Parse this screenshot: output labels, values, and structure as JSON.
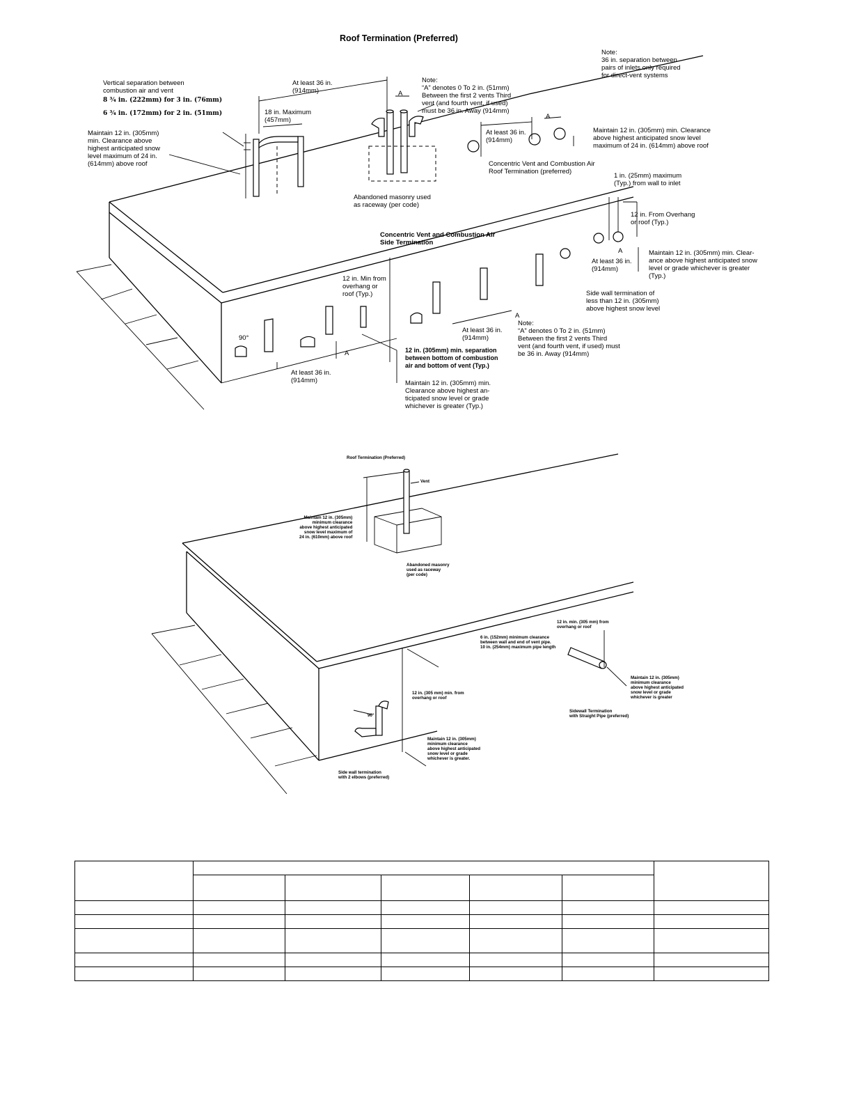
{
  "diagram1": {
    "title": "Roof Termination (Preferred)",
    "note_top_right": "Note:\n36 in. separation between\npairs of inlets only required\nfor direct-vent systems",
    "vertical_sep": "Vertical separation between\ncombustion air and vent",
    "vertical_sep_3in": "8 ¾ in. (222mm) for 3 in. (76mm)",
    "vertical_sep_2in": "6 ¾ in. (172mm) for 2 in. (51mm)",
    "at_least_36_top": "At least 36 in.\n(914mm)",
    "eighteen_max": "18 in. Maximum\n(457mm)",
    "maintain_12_left": "Maintain 12 in. (305mm)\nmin. Clearance above\nhighest anticipated snow\nlevel maximum of 24 in.\n(614mm) above roof",
    "note_a_top": "Note:\n“A” denotes 0 To 2 in. (51mm)\nBetween the first 2 vents Third\nvent (and fourth vent, if used)\nmust be 36 in. Away (914mm)",
    "a_label": "A",
    "at_least_36_mid": "At least 36 in.\n(914mm)",
    "maintain_12_right": "Maintain 12 in. (305mm) min. Clearance\nabove highest anticipated snow level\nmaximum of 24 in. (614mm) above roof",
    "concentric_roof": "Concentric Vent and Combustion Air\nRoof Termination (preferred)",
    "abandoned_masonry": "Abandoned masonry used\nas raceway (per code)",
    "one_in_max": "1 in. (25mm) maximum\n(Typ.) from wall to inlet",
    "twelve_overhang_right": "12 in. From Overhang\nor roof (Typ.)",
    "concentric_side": "Concentric Vent and Combustion Air\nSide Termination",
    "maintain_12_grade": "Maintain 12 in. (305mm) min. Clear-\nance above highest anticipated snow\nlevel or grade whichever is greater\n(Typ.)",
    "at_least_36_right": "At least 36 in.\n(914mm)",
    "twelve_min_overhang": "12 in. Min from\noverhang or\nroof (Typ.)",
    "side_wall_less12": "Side wall termination of\nless than 12 in. (305mm)\nabove highest snow level",
    "ninety": "90°",
    "at_least_36_center": "At least 36 in.\n(914mm)",
    "note_a_bottom": "Note:\n“A” denotes 0 To 2 in. (51mm)\nBetween the first 2 vents Third\nvent (and fourth vent, if used) must\nbe 36 in. Away (914mm)",
    "twelve_separation": "12 in. (305mm) min. separation\nbetween bottom of combustion\nair and bottom of vent (Typ.)",
    "at_least_36_bottom": "At least 36 in.\n(914mm)",
    "maintain_12_bottom": "Maintain 12 in. (305mm) min.\nClearance above highest an-\nticipated snow level or grade\nwhichever is greater (Typ.)"
  },
  "diagram2": {
    "title": "Roof Termination (Preferred)",
    "vent": "Vent",
    "maintain_12_roof": "Maintain 12 in. (305mm)\nminimum clearance\nabove highest anticipated\nsnow level maximum of\n24 in. (610mm) above roof",
    "abandoned_masonry": "Abandoned masonry\nused as raceway\n(per code)",
    "twelve_overhang_right": "12 in. min. (305 mm) from\noverhang or roof",
    "six_in_clearance": "6 in. (152mm) minimum clearance\nbetween wall and end of vent pipe.\n10 in. (254mm) maximum pipe length",
    "maintain_12_right": "Maintain 12 in. (305mm)\nminimum clearance\nabove highest anticipated\nsnow level or grade\nwhichever is greater",
    "sidewall_straight": "Sidewall Termination\nwith Straight Pipe (preferred)",
    "twelve_overhang_left": "12 in. (305 mm) min. from\noverhang or roof",
    "ninety": "90°",
    "maintain_12_left": "Maintain 12 in. (305mm)\nminimum clearance\nabove highest anticipated\nsnow level or grade\nwhichever is greater.",
    "side_wall_2elbows": "Side wall termination\nwith 2 elbows (preferred)"
  }
}
